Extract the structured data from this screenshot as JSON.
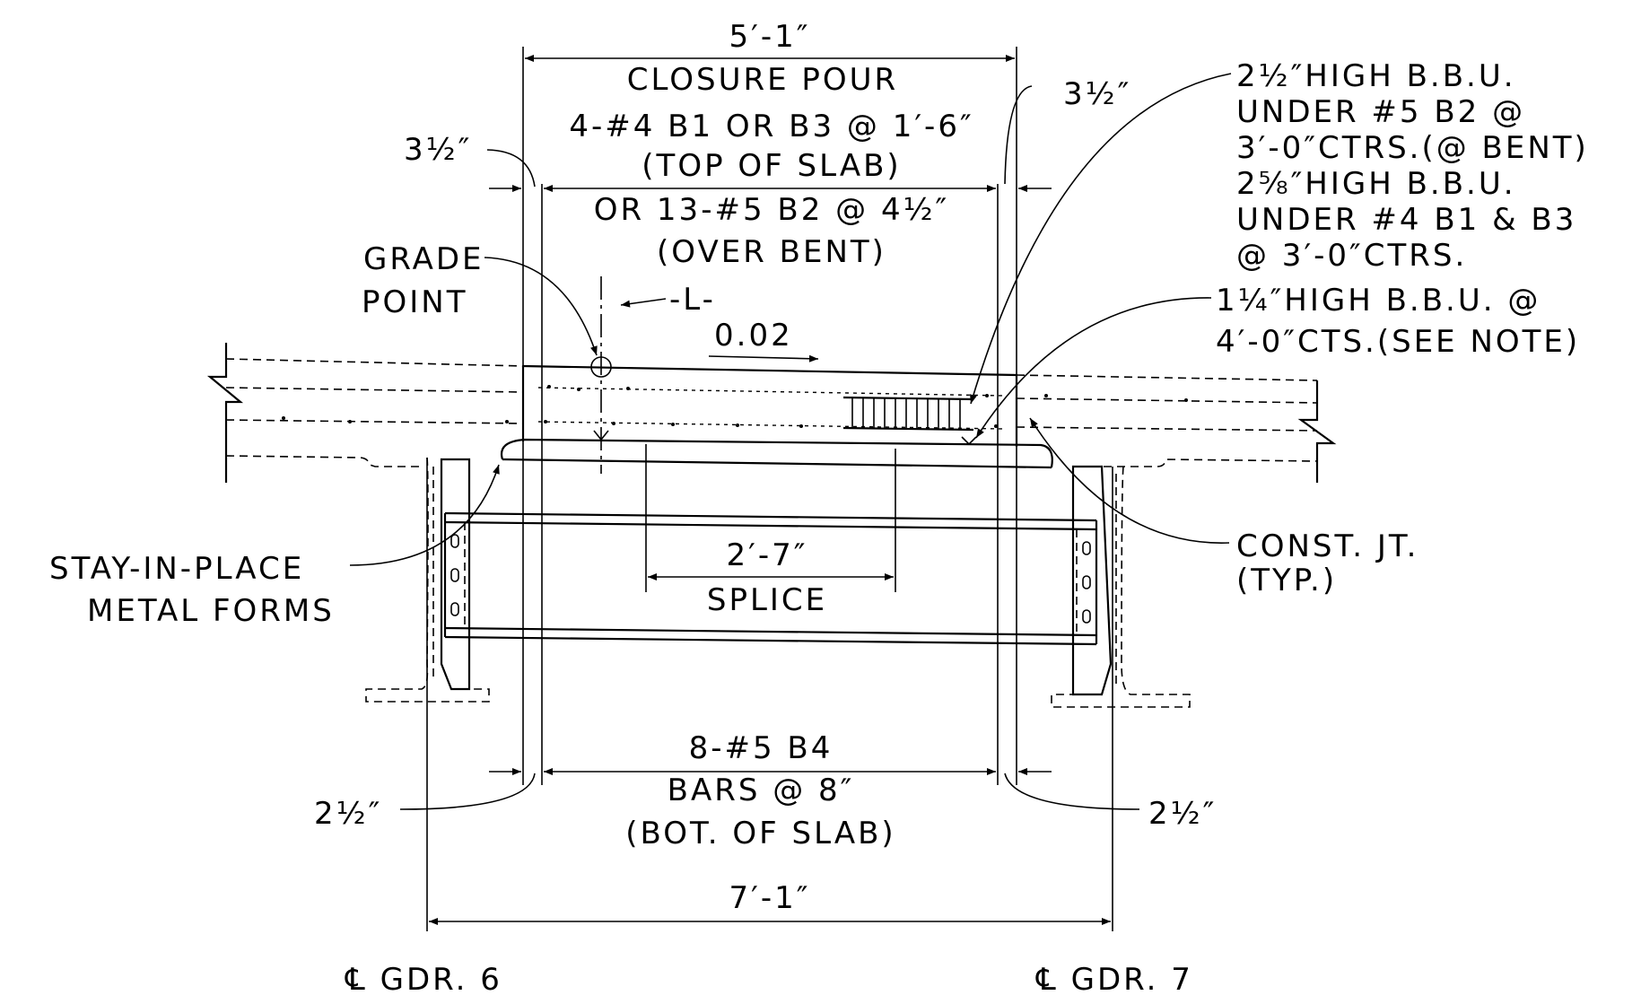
{
  "labels": {
    "closure_width": "5′-1″",
    "closure_pour": "CLOSURE POUR",
    "top_bars_1": "4-#4 B1 OR B3 @ 1′-6″",
    "top_bars_2": "(TOP OF SLAB)",
    "top_bars_3": "OR 13-#5 B2 @ 4½″",
    "top_bars_4": "(OVER BENT)",
    "clear_left_top": "3½″",
    "clear_right_top": "3½″",
    "grade_point_1": "GRADE",
    "grade_point_2": "POINT",
    "baseline": "-L-",
    "slope": "0.02",
    "bbu_1": "2½″HIGH B.B.U.",
    "bbu_2": "UNDER #5 B2 @",
    "bbu_3": "3′-0″CTRS.(@ BENT)",
    "bbu_4": "2⅝″HIGH B.B.U.",
    "bbu_5": "UNDER #4 B1 & B3",
    "bbu_6": "@ 3′-0″CTRS.",
    "bbu_note_1": "1¼″HIGH B.B.U. @",
    "bbu_note_2": "4′-0″CTS.(SEE NOTE)",
    "forms_1": "STAY-IN-PLACE",
    "forms_2": "METAL FORMS",
    "splice_len": "2′-7″",
    "splice": "SPLICE",
    "const_jt_1": "CONST. JT.",
    "const_jt_2": "(TYP.)",
    "bot_bars_1": "8-#5 B4",
    "bot_bars_2": "BARS @ 8″",
    "bot_bars_3": "(BOT. OF SLAB)",
    "clear_left_bot": "2½″",
    "clear_right_bot": "2½″",
    "girder_spacing": "7′-1″",
    "girder_left": "℄ GDR. 6",
    "girder_right": "℄ GDR. 7"
  },
  "colors": {
    "ink": "#000000",
    "paper": "#ffffff"
  }
}
